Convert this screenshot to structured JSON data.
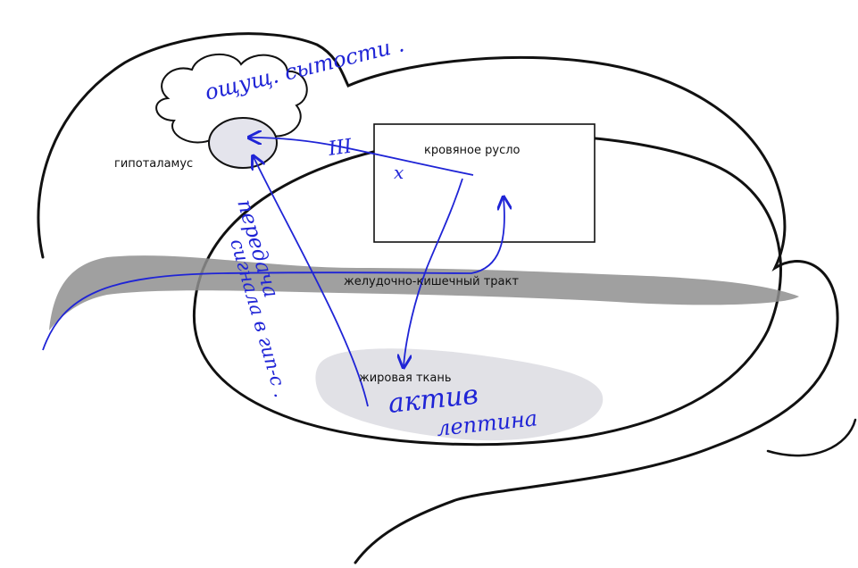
{
  "diagram": {
    "labels": {
      "hypothalamus": "гипоталамус",
      "bloodstream": "кровяное русло",
      "gi_tract": "желудочно-кишечный тракт",
      "adipose_tissue": "жировая ткань"
    },
    "handwritten": {
      "satiety": "ощущ. сытости .",
      "signal_line1": "передача",
      "signal_line2": "сигнала в гип-с .",
      "leptin_line1": "актив",
      "leptin_line2": "лептина",
      "block_mark": "III",
      "cross_mark": "x"
    },
    "colors": {
      "outline": "#111111",
      "ink": "#1f24d6",
      "gi_tract": "#8f8f8f",
      "adipose": "#d7d7de",
      "hypothalamus_fill": "#e4e4ec"
    }
  }
}
